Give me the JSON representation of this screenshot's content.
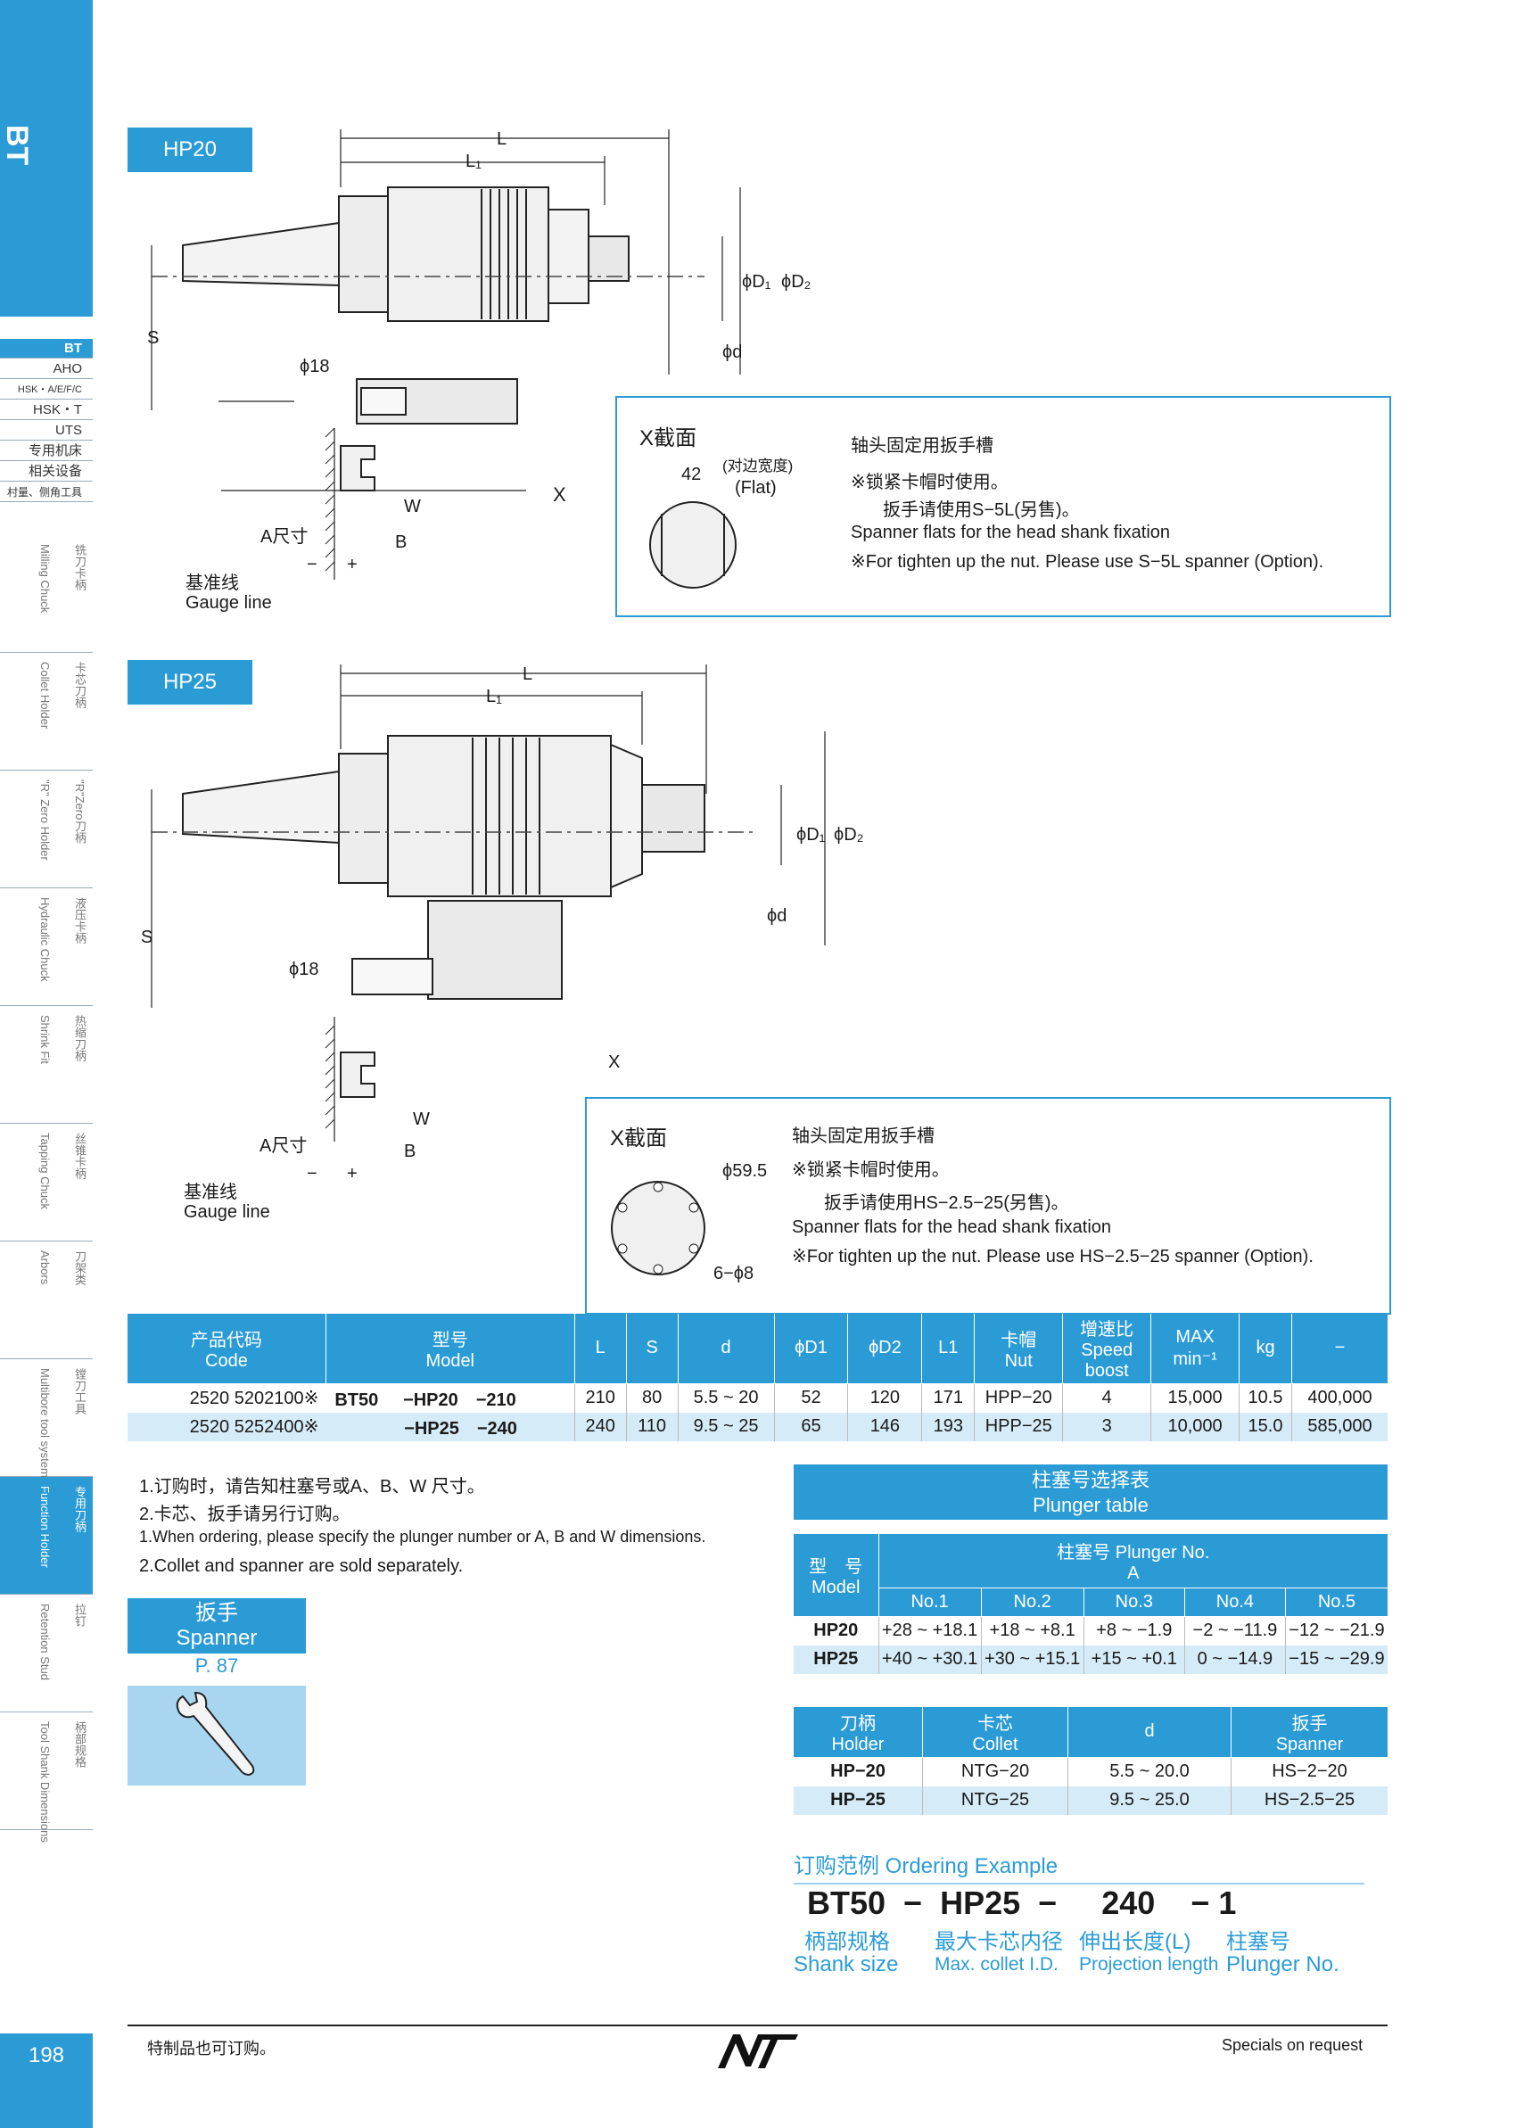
{
  "sidebar": {
    "tab": "BT",
    "mini_items": [
      "BT",
      "AHO",
      "HSK・A/E/F/C",
      "HSK・T",
      "UTS",
      "专用机床",
      "相关设备",
      "村量、侧角工具"
    ],
    "vertical_items": [
      {
        "en": "Milling Chuck",
        "cn": "铣刀卡柄"
      },
      {
        "en": "Collet Holder",
        "cn": "卡芯刀柄"
      },
      {
        "en": "\"R\" Zero Holder",
        "cn": "\"R\"Zero刀柄"
      },
      {
        "en": "Hydraulic Chuck",
        "cn": "液压卡柄"
      },
      {
        "en": "Shrink Fit",
        "cn": "热缩刀柄"
      },
      {
        "en": "Tapping Chuck",
        "cn": "丝锥卡柄"
      },
      {
        "en": "Arbors",
        "cn": "刀架类"
      },
      {
        "en": "Multibore tool system",
        "cn": "镗刀工具"
      },
      {
        "en": "Function Holder",
        "cn": "专用刀柄"
      },
      {
        "en": "Retention Stud",
        "cn": "拉钉"
      },
      {
        "en": "Tool Shank Dimensions",
        "cn": "柄部规格"
      }
    ],
    "page_number": "198"
  },
  "hp20": {
    "tag": "HP20",
    "labels": {
      "L": "L",
      "L1": "L₁",
      "D1": "ϕD₁",
      "D2": "ϕD₂",
      "d": "ϕd",
      "S": "S",
      "phi18": "ϕ18",
      "W": "W",
      "B": "B",
      "A": "A尺寸",
      "minus": "−",
      "plus": "+",
      "gauge_cn": "基准线",
      "gauge_en": "Gauge line",
      "x": "X"
    },
    "box": {
      "title": "X截面",
      "flat_value": "42",
      "flat_cn": "(对边宽度)",
      "flat_en": "(Flat)",
      "line1": "轴头固定用扳手槽",
      "line2": "※锁紧卡帽时使用。",
      "line3": "扳手请使用S−5L(另售)。",
      "line4": "Spanner flats for the head shank fixation",
      "line5": "※For tighten up the nut. Please use S−5L spanner (Option)."
    }
  },
  "hp25": {
    "tag": "HP25",
    "labels": {
      "L": "L",
      "L1": "L₁",
      "D1": "ϕD₁",
      "D2": "ϕD₂",
      "d": "ϕd",
      "S": "S",
      "phi18": "ϕ18",
      "W": "W",
      "B": "B",
      "A": "A尺寸",
      "minus": "−",
      "plus": "+",
      "gauge_cn": "基准线",
      "gauge_en": "Gauge line",
      "x": "X"
    },
    "box": {
      "title": "X截面",
      "dia": "ϕ59.5",
      "holes": "6−ϕ8",
      "line1": "轴头固定用扳手槽",
      "line2": "※锁紧卡帽时使用。",
      "line3": "扳手请使用HS−2.5−25(另售)。",
      "line4": "Spanner flats for the head shank fixation",
      "line5": "※For tighten up the nut. Please use HS−2.5−25 spanner (Option)."
    }
  },
  "main_table": {
    "headers": [
      {
        "cn": "产品代码",
        "en": "Code"
      },
      {
        "cn": "型号",
        "en": "Model"
      },
      {
        "cn": "",
        "en": "L"
      },
      {
        "cn": "",
        "en": "S"
      },
      {
        "cn": "",
        "en": "d"
      },
      {
        "cn": "",
        "en": "ϕD1"
      },
      {
        "cn": "",
        "en": "ϕD2"
      },
      {
        "cn": "",
        "en": "L1"
      },
      {
        "cn": "卡帽",
        "en": "Nut"
      },
      {
        "cn": "增速比",
        "en": "Speed",
        "en2": "boost"
      },
      {
        "cn": "MAX",
        "en": "min⁻¹"
      },
      {
        "cn": "",
        "en": "kg"
      },
      {
        "cn": "",
        "en": "−"
      }
    ],
    "rows": [
      {
        "code": "2520 5202100※",
        "shank": "BT50",
        "model": "−HP20　−210",
        "L": "210",
        "S": "80",
        "d": "5.5 ~ 20",
        "D1": "52",
        "D2": "120",
        "L1": "171",
        "nut": "HPP−20",
        "boost": "4",
        "max": "15,000",
        "kg": "10.5",
        "price": "400,000"
      },
      {
        "code": "2520 5252400※",
        "shank": "",
        "model": "−HP25　−240",
        "L": "240",
        "S": "110",
        "d": "9.5 ~ 25",
        "D1": "65",
        "D2": "146",
        "L1": "193",
        "nut": "HPP−25",
        "boost": "3",
        "max": "10,000",
        "kg": "15.0",
        "price": "585,000"
      }
    ]
  },
  "notes": [
    "1.订购时，请告知柱塞号或A、B、W 尺寸。",
    "2.卡芯、扳手请另行订购。",
    "1.When ordering, please specify the plunger number or A, B and W dimensions.",
    "2.Collet and spanner are sold separately."
  ],
  "spanner": {
    "cn": "扳手",
    "en": "Spanner",
    "page": "P. 87"
  },
  "plunger_table": {
    "title_cn": "柱塞号选择表",
    "title_en": "Plunger table",
    "model_cn": "型　号",
    "model_en": "Model",
    "no_header": "柱塞号 Plunger No.",
    "a_header": "A",
    "cols": [
      "No.1",
      "No.2",
      "No.3",
      "No.4",
      "No.5"
    ],
    "rows": [
      {
        "model": "HP20",
        "vals": [
          "+28 ~ +18.1",
          "+18 ~ +8.1",
          "+8 ~ −1.9",
          "−2 ~ −11.9",
          "−12 ~ −21.9"
        ]
      },
      {
        "model": "HP25",
        "vals": [
          "+40 ~ +30.1",
          "+30 ~ +15.1",
          "+15 ~ +0.1",
          "0 ~ −14.9",
          "−15 ~ −29.9"
        ]
      }
    ]
  },
  "collet_table": {
    "headers": [
      {
        "cn": "刀柄",
        "en": "Holder"
      },
      {
        "cn": "卡芯",
        "en": "Collet"
      },
      {
        "cn": "",
        "en": "d"
      },
      {
        "cn": "扳手",
        "en": "Spanner"
      }
    ],
    "rows": [
      {
        "holder": "HP−20",
        "collet": "NTG−20",
        "d": "5.5 ~ 20.0",
        "spanner": "HS−2−20"
      },
      {
        "holder": "HP−25",
        "collet": "NTG−25",
        "d": "9.5 ~ 25.0",
        "spanner": "HS−2.5−25"
      }
    ]
  },
  "ordering": {
    "title": "订购范例 Ordering Example",
    "parts": [
      "BT50",
      "−",
      "HP25",
      "−",
      "240",
      "−",
      "1"
    ],
    "labels": [
      {
        "cn": "柄部规格",
        "en": "Shank size"
      },
      {
        "cn": "最大卡芯内径",
        "en": "Max. collet I.D."
      },
      {
        "cn": "伸出长度(L)",
        "en": "Projection length"
      },
      {
        "cn": "柱塞号",
        "en": "Plunger No."
      }
    ]
  },
  "footer": {
    "left": "特制品也可订购。",
    "right": "Specials on request",
    "logo": "NT"
  },
  "colors": {
    "accent": "#2b9bd6",
    "alt_row": "#d5ebf7"
  }
}
